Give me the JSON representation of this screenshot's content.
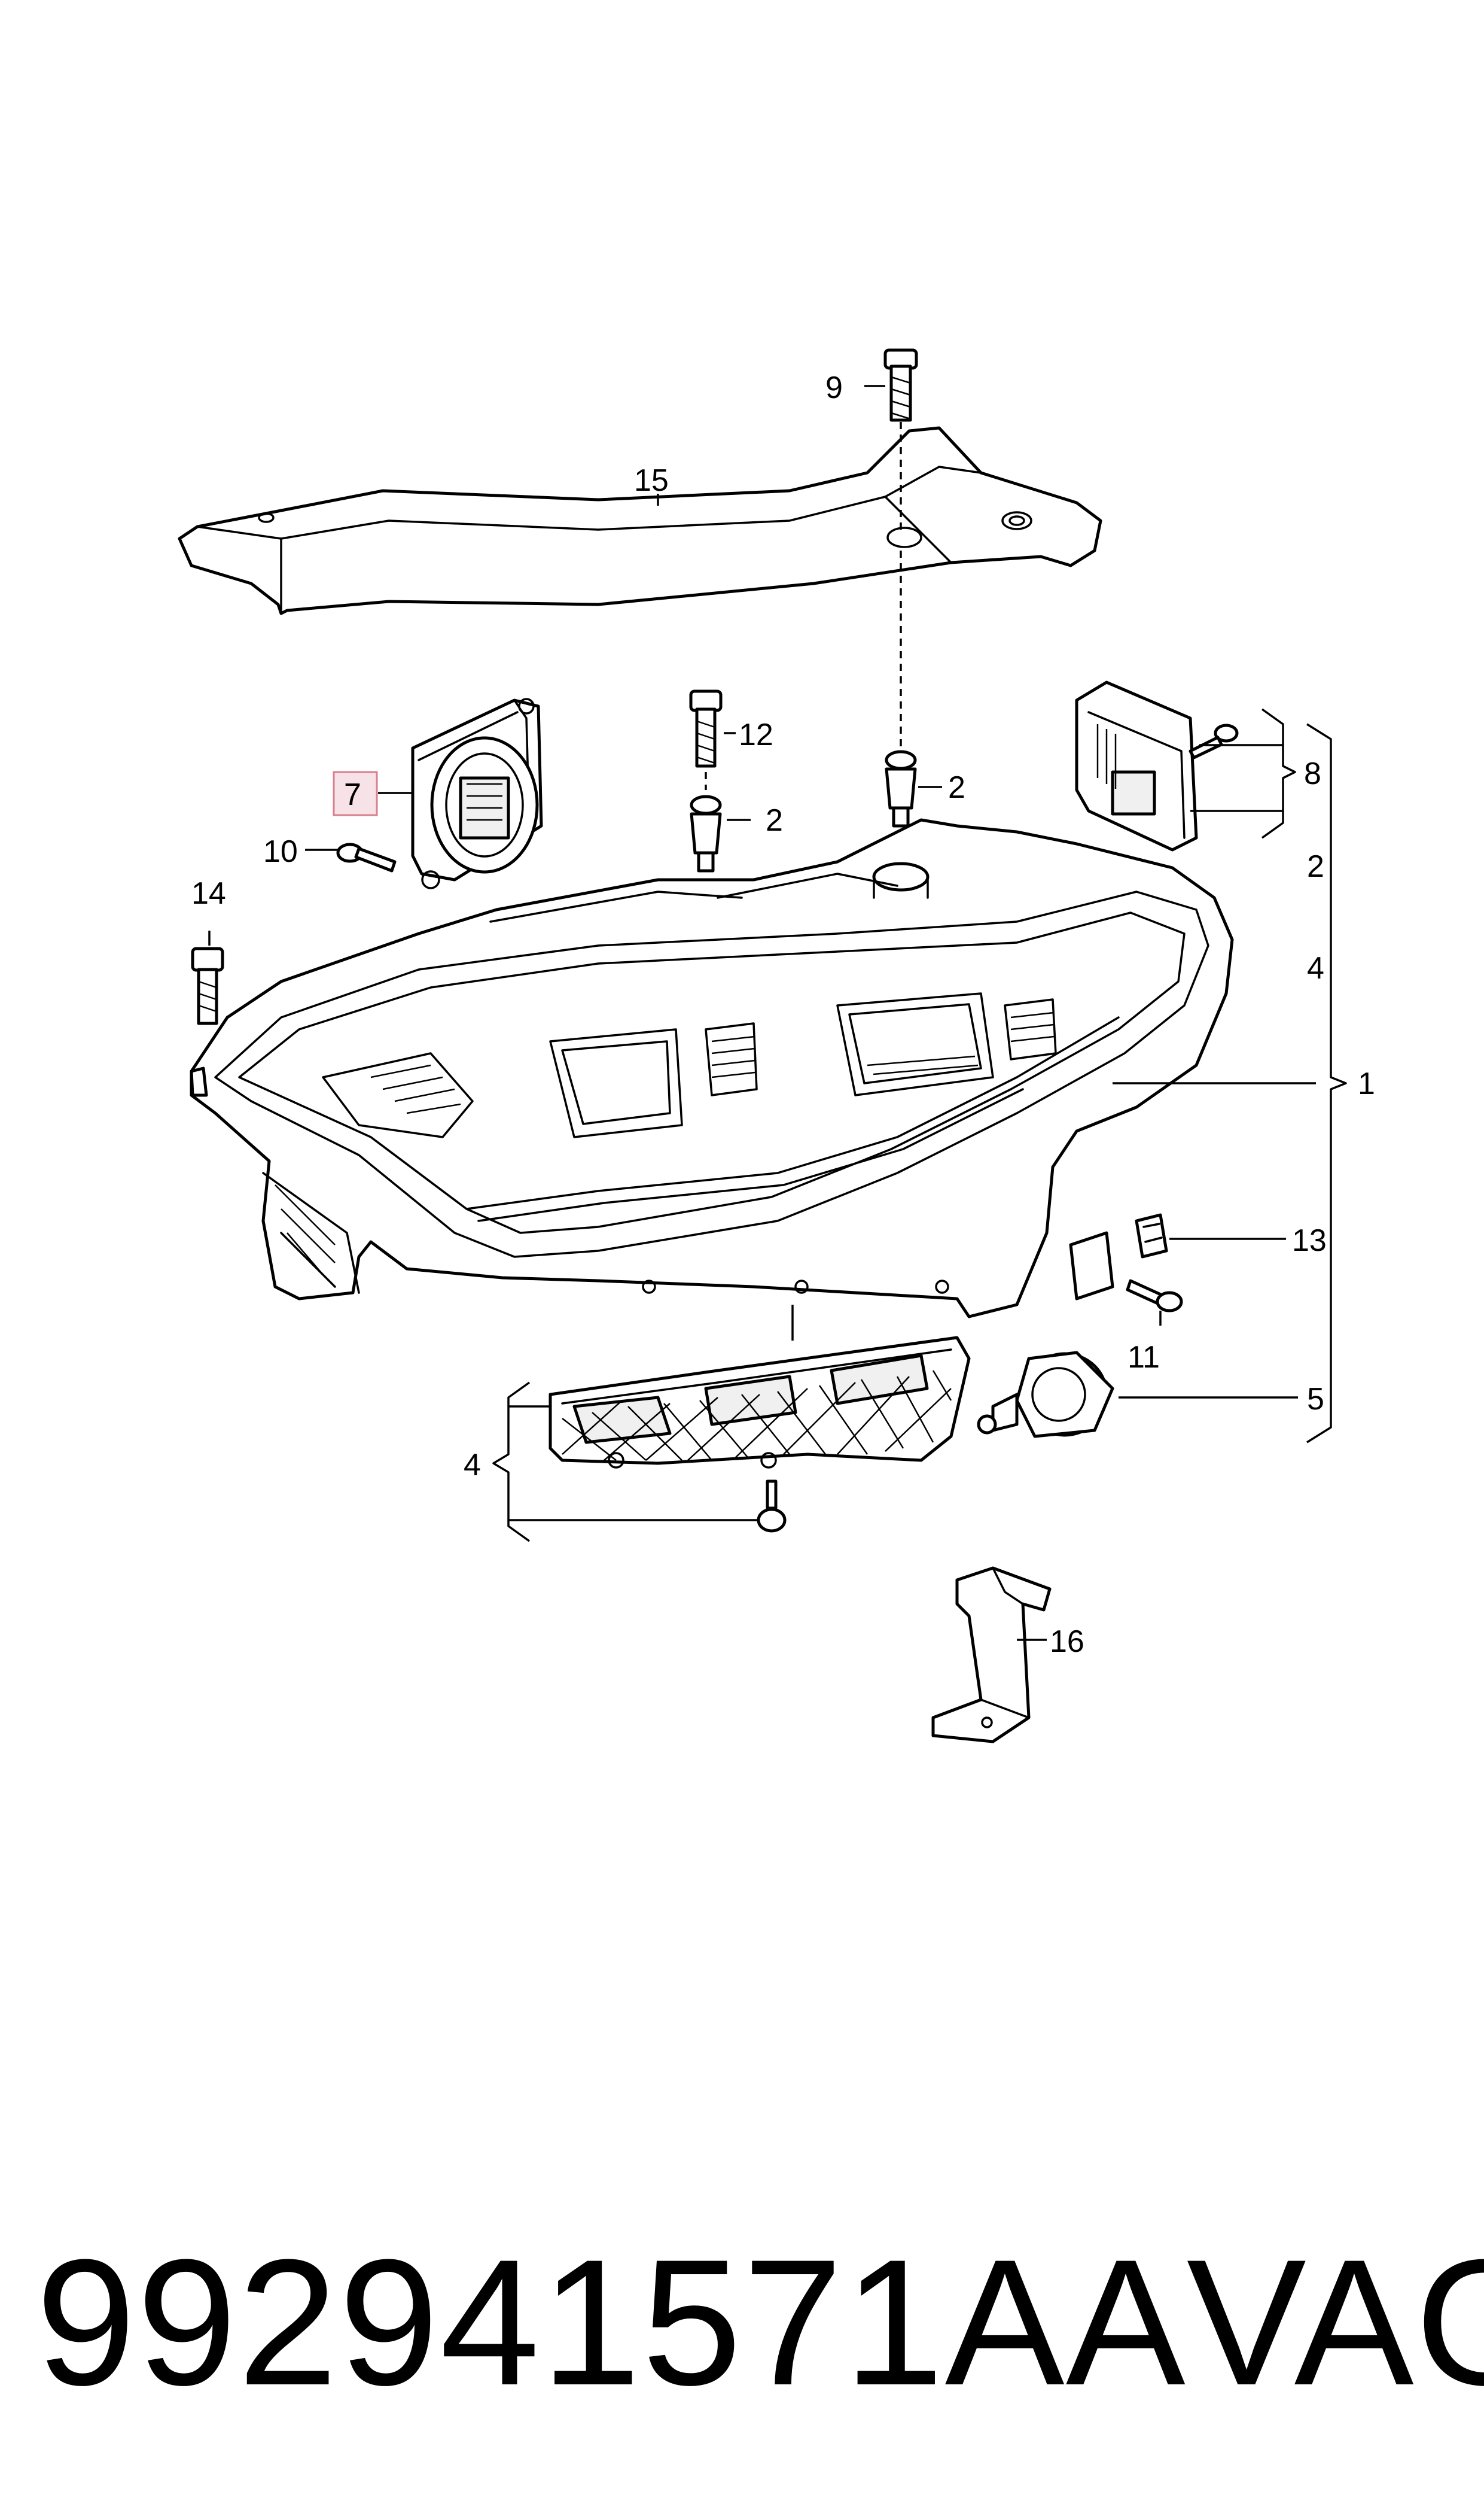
{
  "callouts": {
    "c1": "1",
    "c2a": "2",
    "c2b": "2",
    "c2c": "2",
    "c4a": "4",
    "c4b": "4",
    "c5": "5",
    "c7": "7",
    "c8": "8",
    "c9": "9",
    "c10": "10",
    "c11": "11",
    "c12": "12",
    "c13": "13",
    "c14": "14",
    "c15": "15",
    "c16": "16"
  },
  "footer": {
    "part_number": "992941571AA",
    "brand": "VAG"
  },
  "colors": {
    "highlight_fill": "#f7e3e7",
    "highlight_stroke": "#d87f8f"
  }
}
